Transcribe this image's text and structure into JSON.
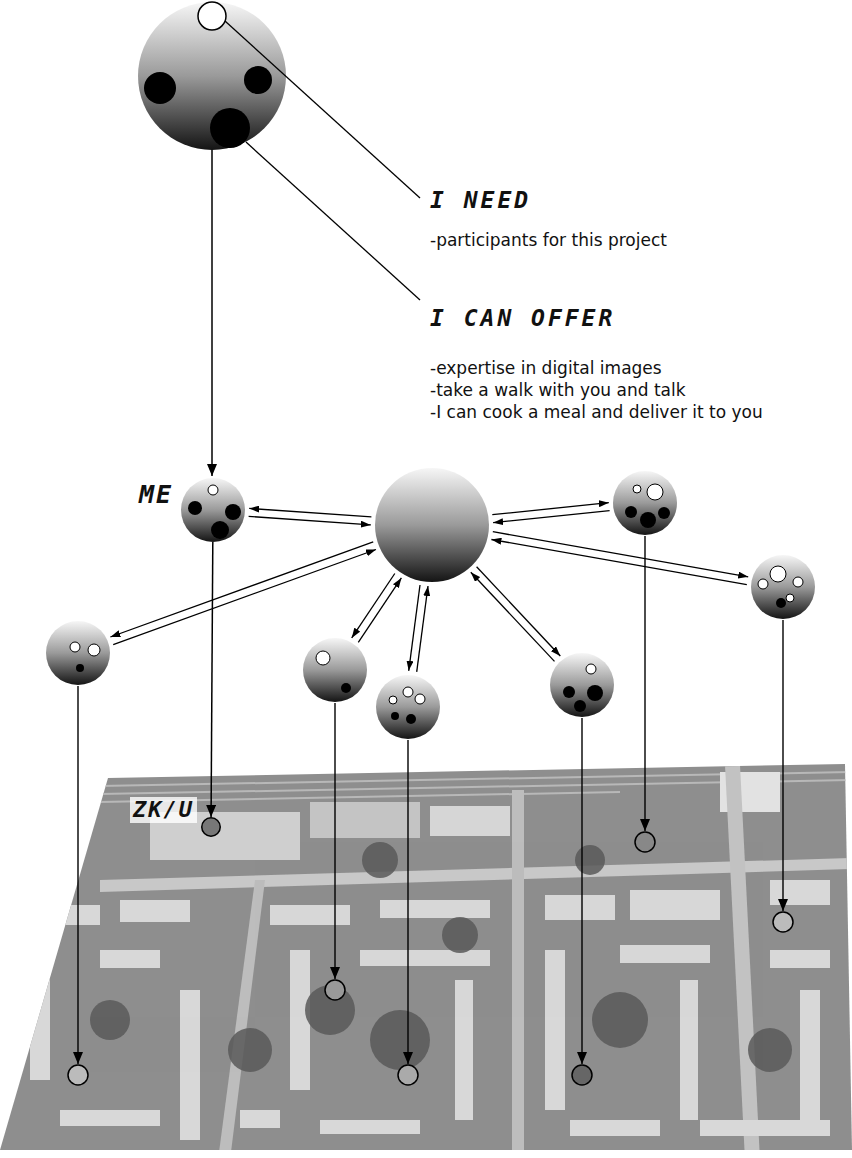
{
  "diagram": {
    "nodes": [
      {
        "text": [
          "ME"
        ]
      },
      {
        "text": [
          "ZK/U"
        ]
      }
    ],
    "edges": [
      {
        "from": 0,
        "to": 1,
        "arrow": "to"
      }
    ],
    "labels": [
      "I NEED",
      "-participants for this project",
      "I CAN OFFER",
      "-expertise in digital images",
      "-take a walk with you and talk",
      "-I can cook a meal and deliver it to you"
    ]
  }
}
